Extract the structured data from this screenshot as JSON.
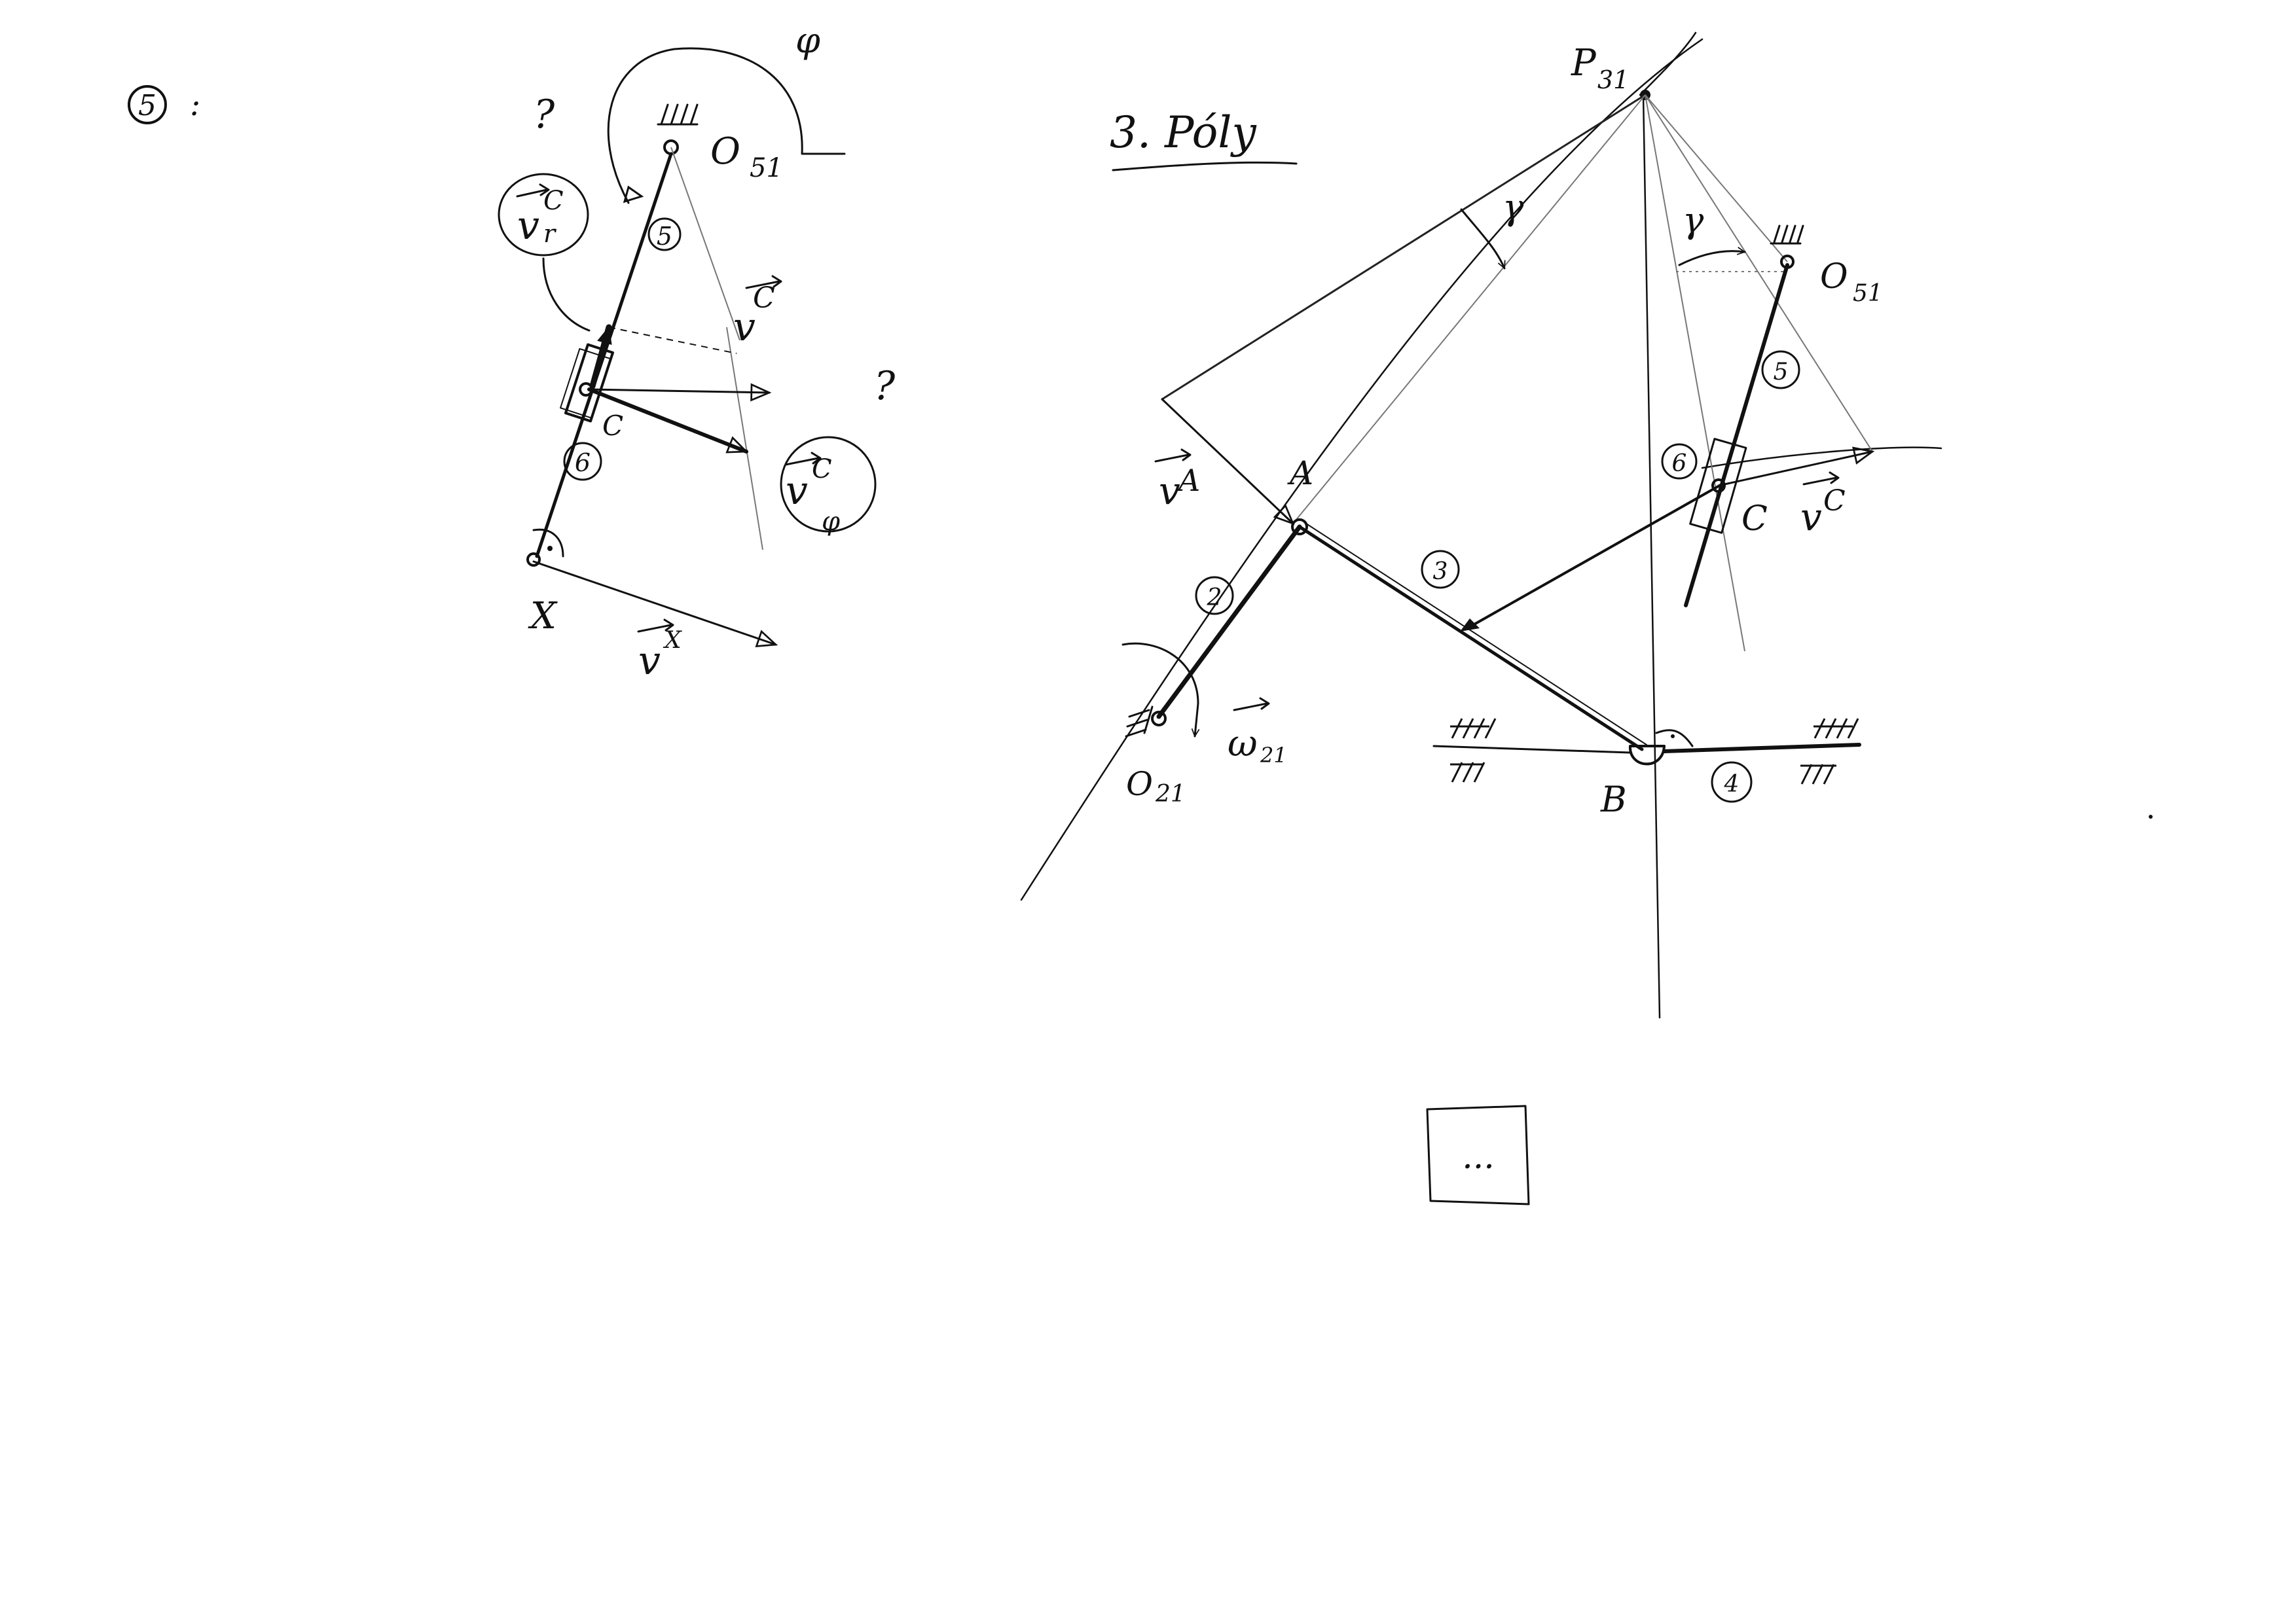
{
  "page": {
    "exercise_number": "5",
    "exercise_suffix": ":"
  },
  "left_figure": {
    "question_mark_1": "?",
    "question_mark_2": "?",
    "phi_label": "φ",
    "pivot_label": "O",
    "pivot_subscript": "51",
    "body_5_label": "5",
    "body_6_label": "6",
    "slider_point_label": "C",
    "point_x_label": "X",
    "vr_label": "v",
    "vr_superscript": "C",
    "vr_subscript": "r",
    "vc_label": "v",
    "vc_superscript": "C",
    "vcphi_label": "v",
    "vcphi_superscript": "C",
    "vcphi_subscript": "φ",
    "vx_label": "v",
    "vx_superscript": "X"
  },
  "right_figure": {
    "heading": "3. Póly",
    "pole_label": "P",
    "pole_subscript": "31",
    "angle_gamma_1": "γ",
    "angle_gamma_2": "γ",
    "pivot_o51_label": "O",
    "pivot_o51_subscript": "51",
    "body_5_label": "5",
    "body_6_label": "6",
    "body_3_label": "3",
    "body_2_label": "2",
    "body_4_label": "4",
    "point_a_label": "A",
    "point_b_label": "B",
    "point_c_label": "C",
    "va_label": "v",
    "va_superscript": "A",
    "vc_label": "v",
    "vc_superscript": "C",
    "omega_label": "ω",
    "omega_subscript": "21",
    "pivot_o21_label": "O",
    "pivot_o21_subscript": "21"
  },
  "footer_box": {
    "text": "..."
  }
}
